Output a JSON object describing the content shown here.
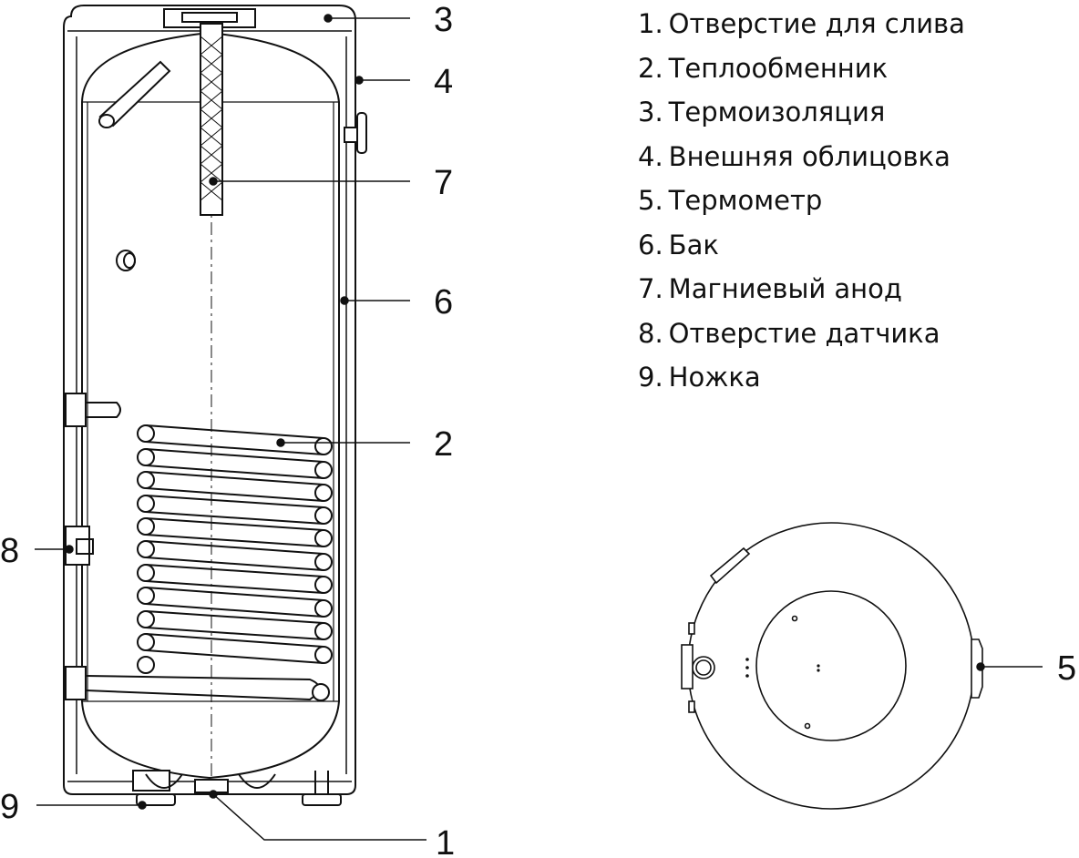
{
  "legend": [
    {
      "num": "1.",
      "text": "Отверстие для слива"
    },
    {
      "num": "2.",
      "text": "Теплообменник"
    },
    {
      "num": "3.",
      "text": "Термоизоляция"
    },
    {
      "num": "4.",
      "text": "Внешняя облицовка"
    },
    {
      "num": "5.",
      "text": "Термометр"
    },
    {
      "num": "6.",
      "text": "Бак"
    },
    {
      "num": "7.",
      "text": "Магниевый анод"
    },
    {
      "num": "8.",
      "text": "Отверстие датчика"
    },
    {
      "num": "9.",
      "text": "Ножка"
    }
  ],
  "callouts": {
    "c1": "1",
    "c2": "2",
    "c3": "3",
    "c4": "4",
    "c5": "5",
    "c6": "6",
    "c7": "7",
    "c8": "8",
    "c9": "9"
  }
}
